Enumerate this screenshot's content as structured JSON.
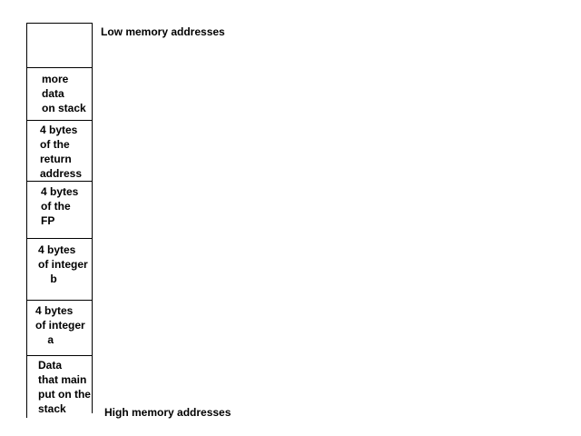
{
  "labels": {
    "low": "Low memory addresses",
    "high": "High memory addresses"
  },
  "stack": {
    "cells": [
      {
        "lines": ""
      },
      {
        "lines": "more\ndata\non stack"
      },
      {
        "lines": "4 bytes\nof the\nreturn\naddress"
      },
      {
        "lines": "4 bytes\nof the\nFP"
      },
      {
        "lines": "4 bytes\nof integer\n    b"
      },
      {
        "lines": "4 bytes\nof integer\n    a"
      },
      {
        "lines": "Data\nthat main\nput on the\nstack"
      }
    ]
  }
}
